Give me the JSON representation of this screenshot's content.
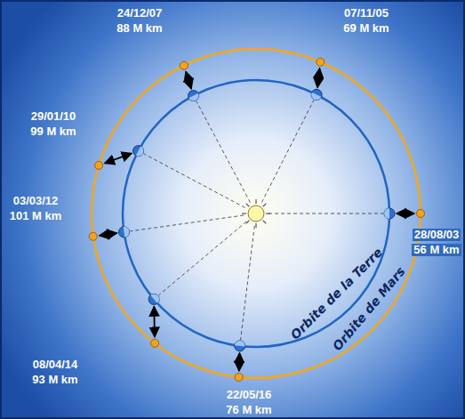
{
  "diagram": {
    "labels": [
      "24/12/07",
      "88 M km",
      "07/11/05",
      "69 M km",
      "29/01/10",
      "99 M km",
      "03/03/12",
      "101 M km",
      "28/08/03",
      "56 M km",
      "08/04/14",
      "93 M km",
      "22/05/16",
      "76 M km",
      "Orbite de la Terre",
      "Orbite de Mars"
    ]
  }
}
